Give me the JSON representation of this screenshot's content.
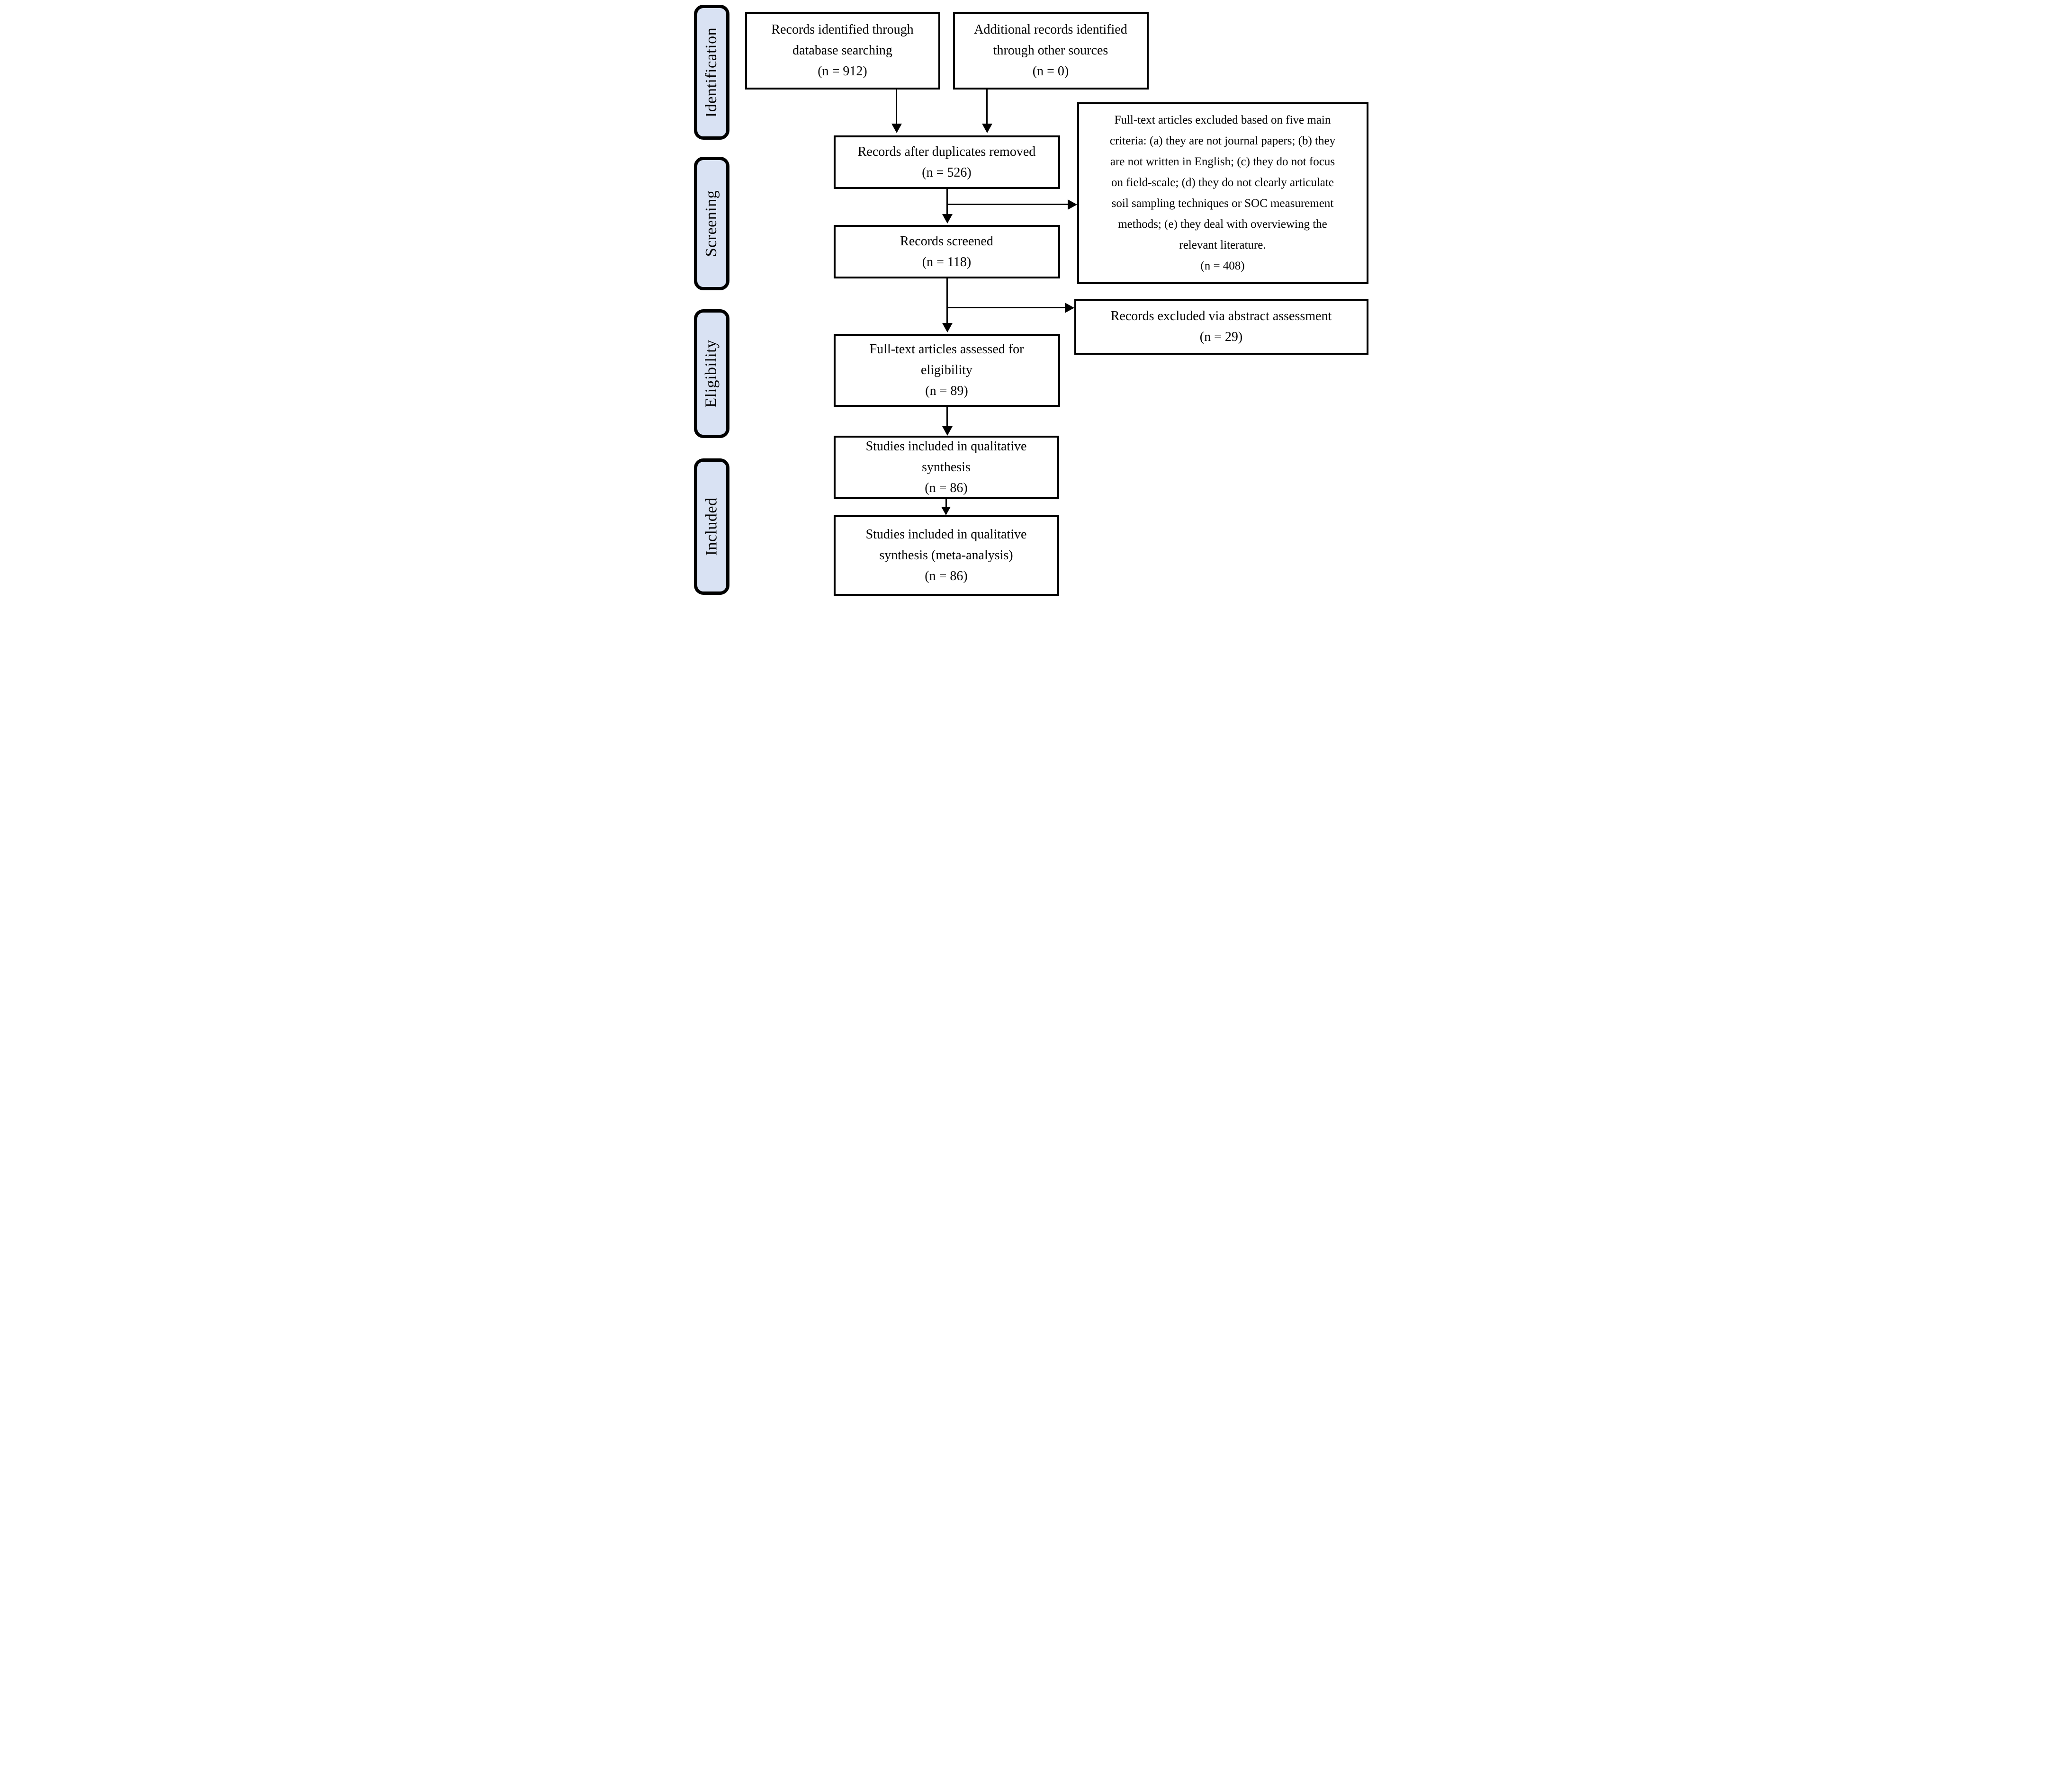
{
  "sidebar": {
    "fill_color": "#d9e2f3",
    "border_color": "#000000",
    "stages": [
      {
        "label": "Identification"
      },
      {
        "label": "Screening"
      },
      {
        "label": "Eligibility"
      },
      {
        "label": "Included"
      }
    ]
  },
  "flow": {
    "boxes": [
      {
        "id": "records-identified",
        "label": "Records identified through\ndatabase searching",
        "n": "(n = 912)"
      },
      {
        "id": "additional-records",
        "label": "Additional records identified\nthrough other sources",
        "n": "(n = 0)"
      },
      {
        "id": "records-after-duplicates",
        "label": "Records after duplicates removed",
        "n": "(n = 526)"
      },
      {
        "id": "records-screened",
        "label": "Records screened",
        "n": "(n = 118)"
      },
      {
        "id": "fulltext-assessed",
        "label": "Full-text articles assessed for\neligibility",
        "n": "(n = 89)"
      },
      {
        "id": "qualitative-synthesis",
        "label": "Studies included in qualitative\nsynthesis",
        "n": "(n = 86)"
      },
      {
        "id": "meta-analysis",
        "label": "Studies included in qualitative\nsynthesis (meta-analysis)",
        "n": "(n = 86)"
      }
    ],
    "exclusions": [
      {
        "id": "fulltext-excluded",
        "label": "Full-text articles excluded based on five main\ncriteria: (a) they are not journal papers; (b) they\nare not written in English; (c) they do not focus\non field-scale; (d) they do not clearly articulate\nsoil sampling techniques or SOC measurement\nmethods; (e) they deal with overviewing the\nrelevant literature.",
        "n": "(n = 408)"
      },
      {
        "id": "abstract-excluded",
        "label": "Records excluded via abstract assessment",
        "n": "(n = 29)"
      }
    ]
  },
  "colors": {
    "background": "#ffffff",
    "line": "#000000",
    "text": "#000000"
  }
}
